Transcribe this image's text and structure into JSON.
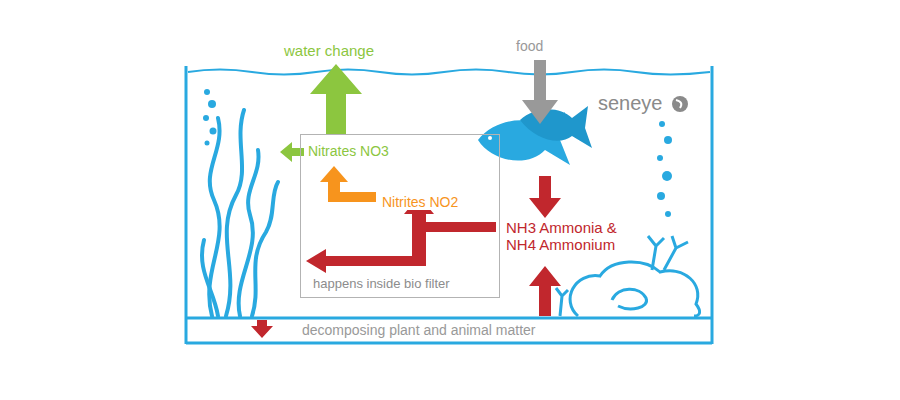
{
  "diagram": {
    "nodes": [
      {
        "text": [
          "happens inside bio filter"
        ]
      }
    ],
    "labels": [
      "water change",
      "food",
      "seneye",
      "Nitrates NO3",
      "Nitrites NO2",
      "NH3 Ammonia & NH4 Ammonium",
      "decomposing plant and animal matter"
    ]
  }
}
